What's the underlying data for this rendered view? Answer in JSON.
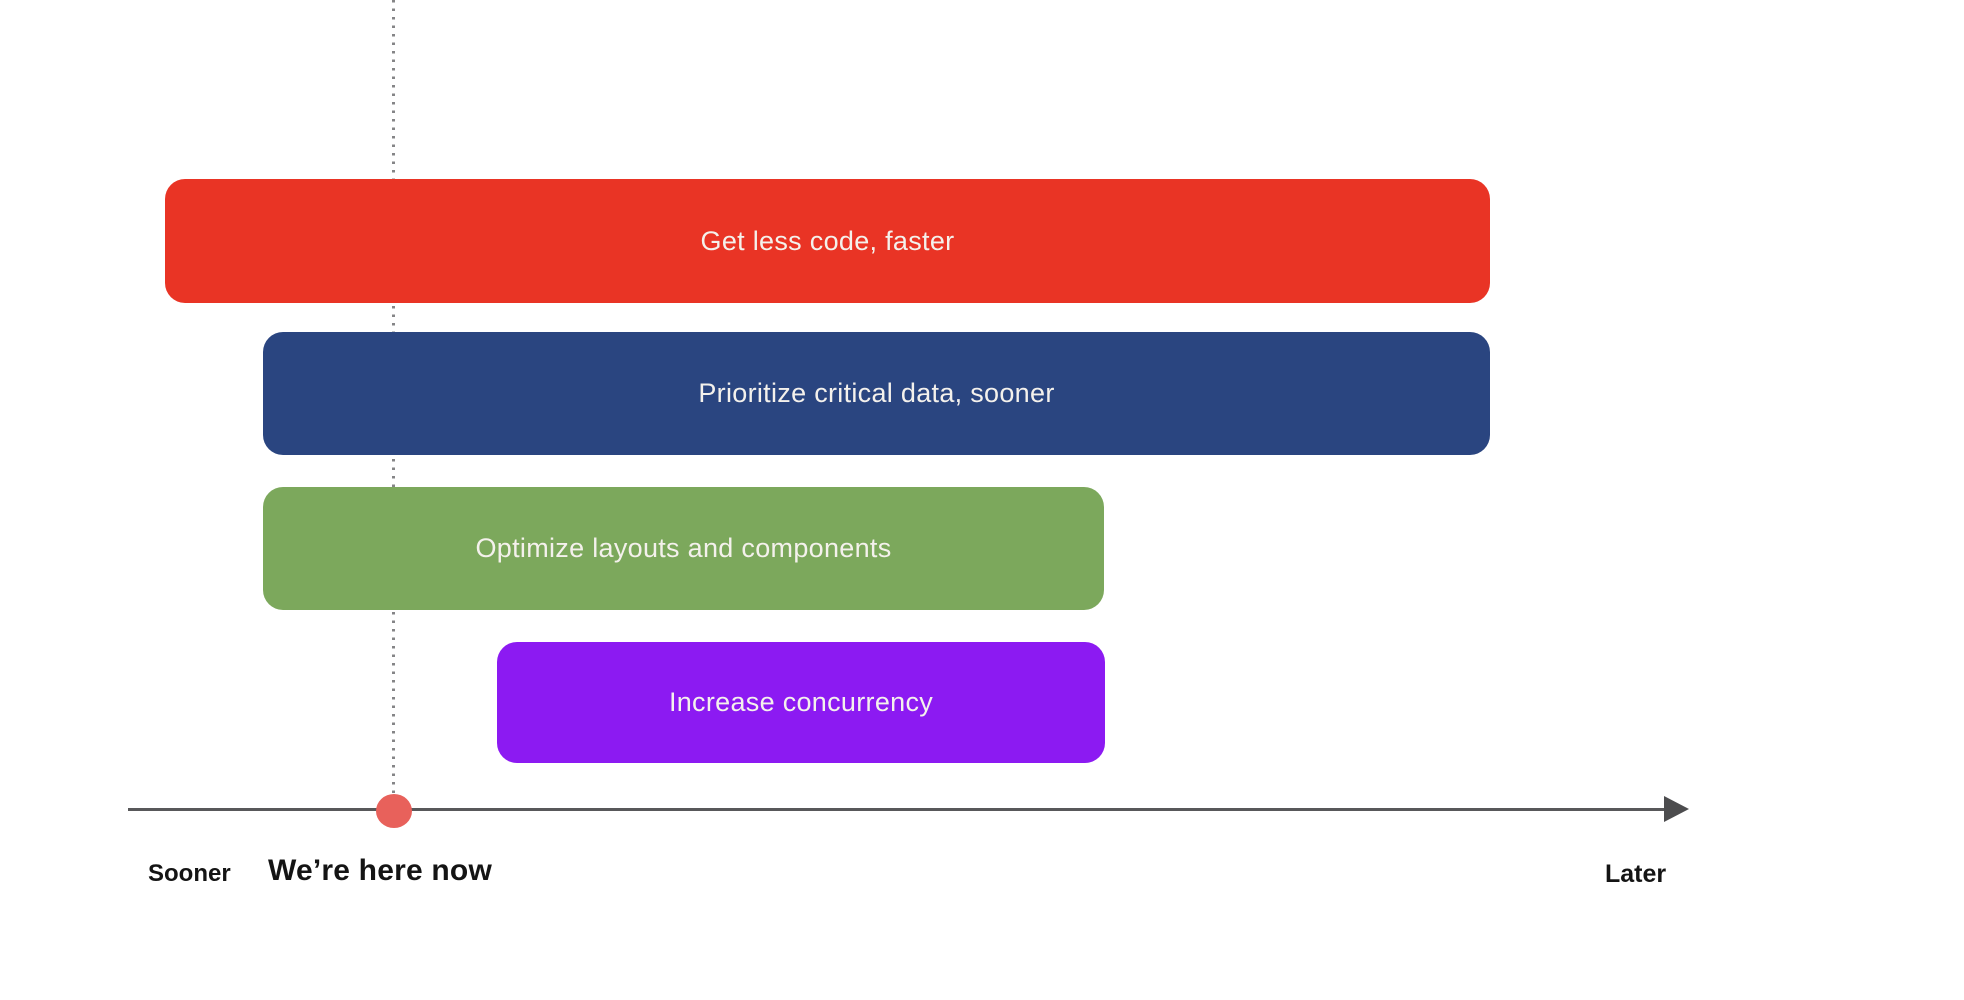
{
  "diagram": {
    "title_hint": "roadmap timeline slide",
    "bars": [
      {
        "label": "Get less code, faster",
        "color": "#e93425"
      },
      {
        "label": "Prioritize critical data, sooner",
        "color": "#2a4580"
      },
      {
        "label": "Optimize layouts and components",
        "color": "#7ca85c"
      },
      {
        "label": "Increase concurrency",
        "color": "#8c1af2"
      }
    ],
    "timeline": {
      "axis_left_label": "Sooner",
      "axis_right_label": "Later",
      "marker_label": "We’re here now",
      "marker_color": "#e8615b",
      "axis_color": "#58585a",
      "dotted_line_color": "#858587"
    },
    "bar_text_color": "#f4f1ec",
    "background": "#ffffff"
  }
}
